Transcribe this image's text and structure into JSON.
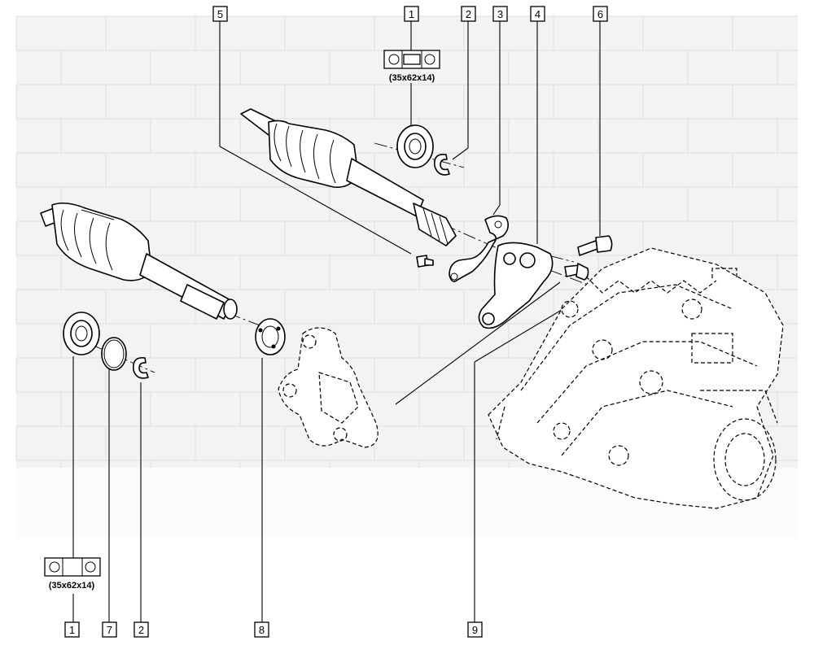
{
  "callouts": {
    "top_1": "1",
    "top_2": "2",
    "top_3": "3",
    "top_4": "4",
    "top_5": "5",
    "top_6": "6",
    "bottom_1": "1",
    "bottom_7": "7",
    "bottom_2": "2",
    "bottom_8": "8",
    "bottom_9": "9"
  },
  "bearing_spec_top": "(35x62x14)",
  "bearing_spec_bottom": "(35x62x14)",
  "colors": {
    "line": "#000000",
    "background": "#ffffff",
    "backdrop": "#f3f3f3",
    "brick_lines": "#dedede"
  }
}
